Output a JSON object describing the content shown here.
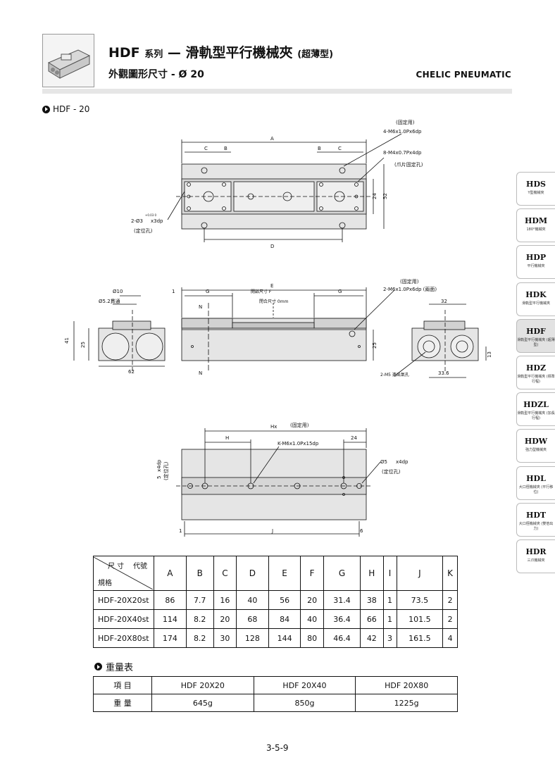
{
  "header": {
    "series": "HDF",
    "series_suffix": "系列",
    "dash": "—",
    "product": "滑軌型平行機械夾",
    "variant": "(超薄型)",
    "subtitle": "外觀圖形尺寸 - Ø 20",
    "brand": "CHELIC PNEUMATIC"
  },
  "section_title": "HDF - 20",
  "drawing_labels": {
    "top": {
      "A": "A",
      "B": "B",
      "C": "C",
      "D": "D",
      "dim24": "24",
      "dim52": "52",
      "fix_note": "(固定用)",
      "fix_thread": "4-M6x1.0Px6dp",
      "jaw_thread": "8-M4x0.7Px4dp",
      "jaw_note": "(爪片固定孔)",
      "pin": "2-Ø3",
      "pin_tol": "+0.03 0",
      "pin_depth": "x3dp",
      "pin_note": "(定位孔)"
    },
    "front": {
      "E": "E",
      "G": "G",
      "dim1": "1",
      "open_F": "開啟尺寸 F",
      "close_0": "閉合尺寸 0mm",
      "fix_note": "(固定用)",
      "fix_thread": "2-M6x1.0Px6dp (兩面)",
      "dim25": "25",
      "N": "N",
      "N2": "N"
    },
    "side_left": {
      "d10": "Ø10",
      "d52": "Ø5.2貫通",
      "h41": "41",
      "h25": "25",
      "w62": "62"
    },
    "side_right": {
      "w32": "32",
      "h13": "13",
      "w336": "33.6",
      "port": "2-M5 進出氣孔"
    },
    "bottom": {
      "Hx": "Hx",
      "fix_note": "(固定用)",
      "H": "H",
      "dim24": "24",
      "K": "K-M6x1.0Px15dp",
      "pin_d5": "Ø5",
      "pin_depth": "x4dp",
      "pin_note": "(定位孔)",
      "J": "J",
      "dim1": "1",
      "dim6": "6",
      "left_pin": "5",
      "left_depth": "x4dp",
      "left_note": "(定位孔)"
    }
  },
  "sidebar": [
    {
      "code": "HDS",
      "desc": "Y型機械夾"
    },
    {
      "code": "HDM",
      "desc": "180°機械夾"
    },
    {
      "code": "HDP",
      "desc": "平行機械夾"
    },
    {
      "code": "HDK",
      "desc": "滑軌型平行機械夾"
    },
    {
      "code": "HDF",
      "desc": "滑軌型平行機械夾 (超薄型)"
    },
    {
      "code": "HDZ",
      "desc": "滑軌型平行機械夾 (標準行程)"
    },
    {
      "code": "HDZL",
      "desc": "滑軌型平行機械夾 (加長行程)"
    },
    {
      "code": "HDW",
      "desc": "強力型機械夾"
    },
    {
      "code": "HDL",
      "desc": "大口徑機械夾 (平行移位)"
    },
    {
      "code": "HDT",
      "desc": "大口徑機械夾 (雙倍出力)"
    },
    {
      "code": "HDR",
      "desc": "三爪機械夾"
    }
  ],
  "dimension_table": {
    "corner_top": "尺 寸",
    "corner_right": "代號",
    "corner_bottom": "規格",
    "headers": [
      "A",
      "B",
      "C",
      "D",
      "E",
      "F",
      "G",
      "H",
      "I",
      "J",
      "K"
    ],
    "rows": [
      {
        "model": "HDF-20X20st",
        "values": [
          "86",
          "7.7",
          "16",
          "40",
          "56",
          "20",
          "31.4",
          "38",
          "1",
          "73.5",
          "2"
        ]
      },
      {
        "model": "HDF-20X40st",
        "values": [
          "114",
          "8.2",
          "20",
          "68",
          "84",
          "40",
          "36.4",
          "66",
          "1",
          "101.5",
          "2"
        ]
      },
      {
        "model": "HDF-20X80st",
        "values": [
          "174",
          "8.2",
          "30",
          "128",
          "144",
          "80",
          "46.4",
          "42",
          "3",
          "161.5",
          "4"
        ]
      }
    ]
  },
  "weight_section_title": "重量表",
  "weight_table": {
    "header_label": "項 目",
    "models": [
      "HDF 20X20",
      "HDF 20X40",
      "HDF 20X80"
    ],
    "row_label": "重 量",
    "values": [
      "645g",
      "850g",
      "1225g"
    ]
  },
  "page_number": "3-5-9"
}
